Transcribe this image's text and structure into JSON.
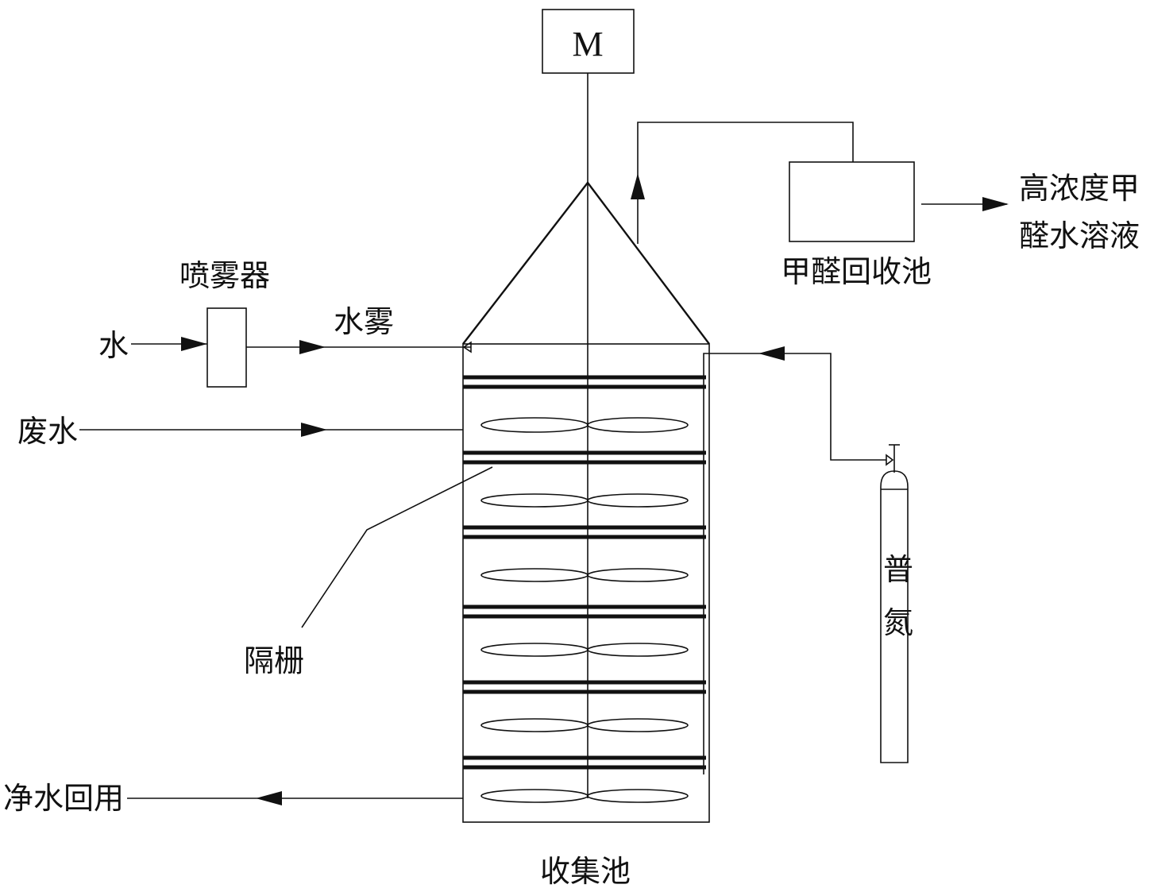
{
  "motor": {
    "label": "M"
  },
  "labels": {
    "sprayer": "喷雾器",
    "water": "水",
    "water_mist": "水雾",
    "wastewater": "废水",
    "grid": "隔栅",
    "clean_water_reuse": "净水回用",
    "collection_tank": "收集池",
    "formaldehyde_recovery_tank": "甲醛回收池",
    "product_line1": "高浓度甲",
    "product_line2": "醛水溶液",
    "nitrogen_line1": "普",
    "nitrogen_line2": "氮"
  },
  "tower": {
    "stage_count": 6
  }
}
